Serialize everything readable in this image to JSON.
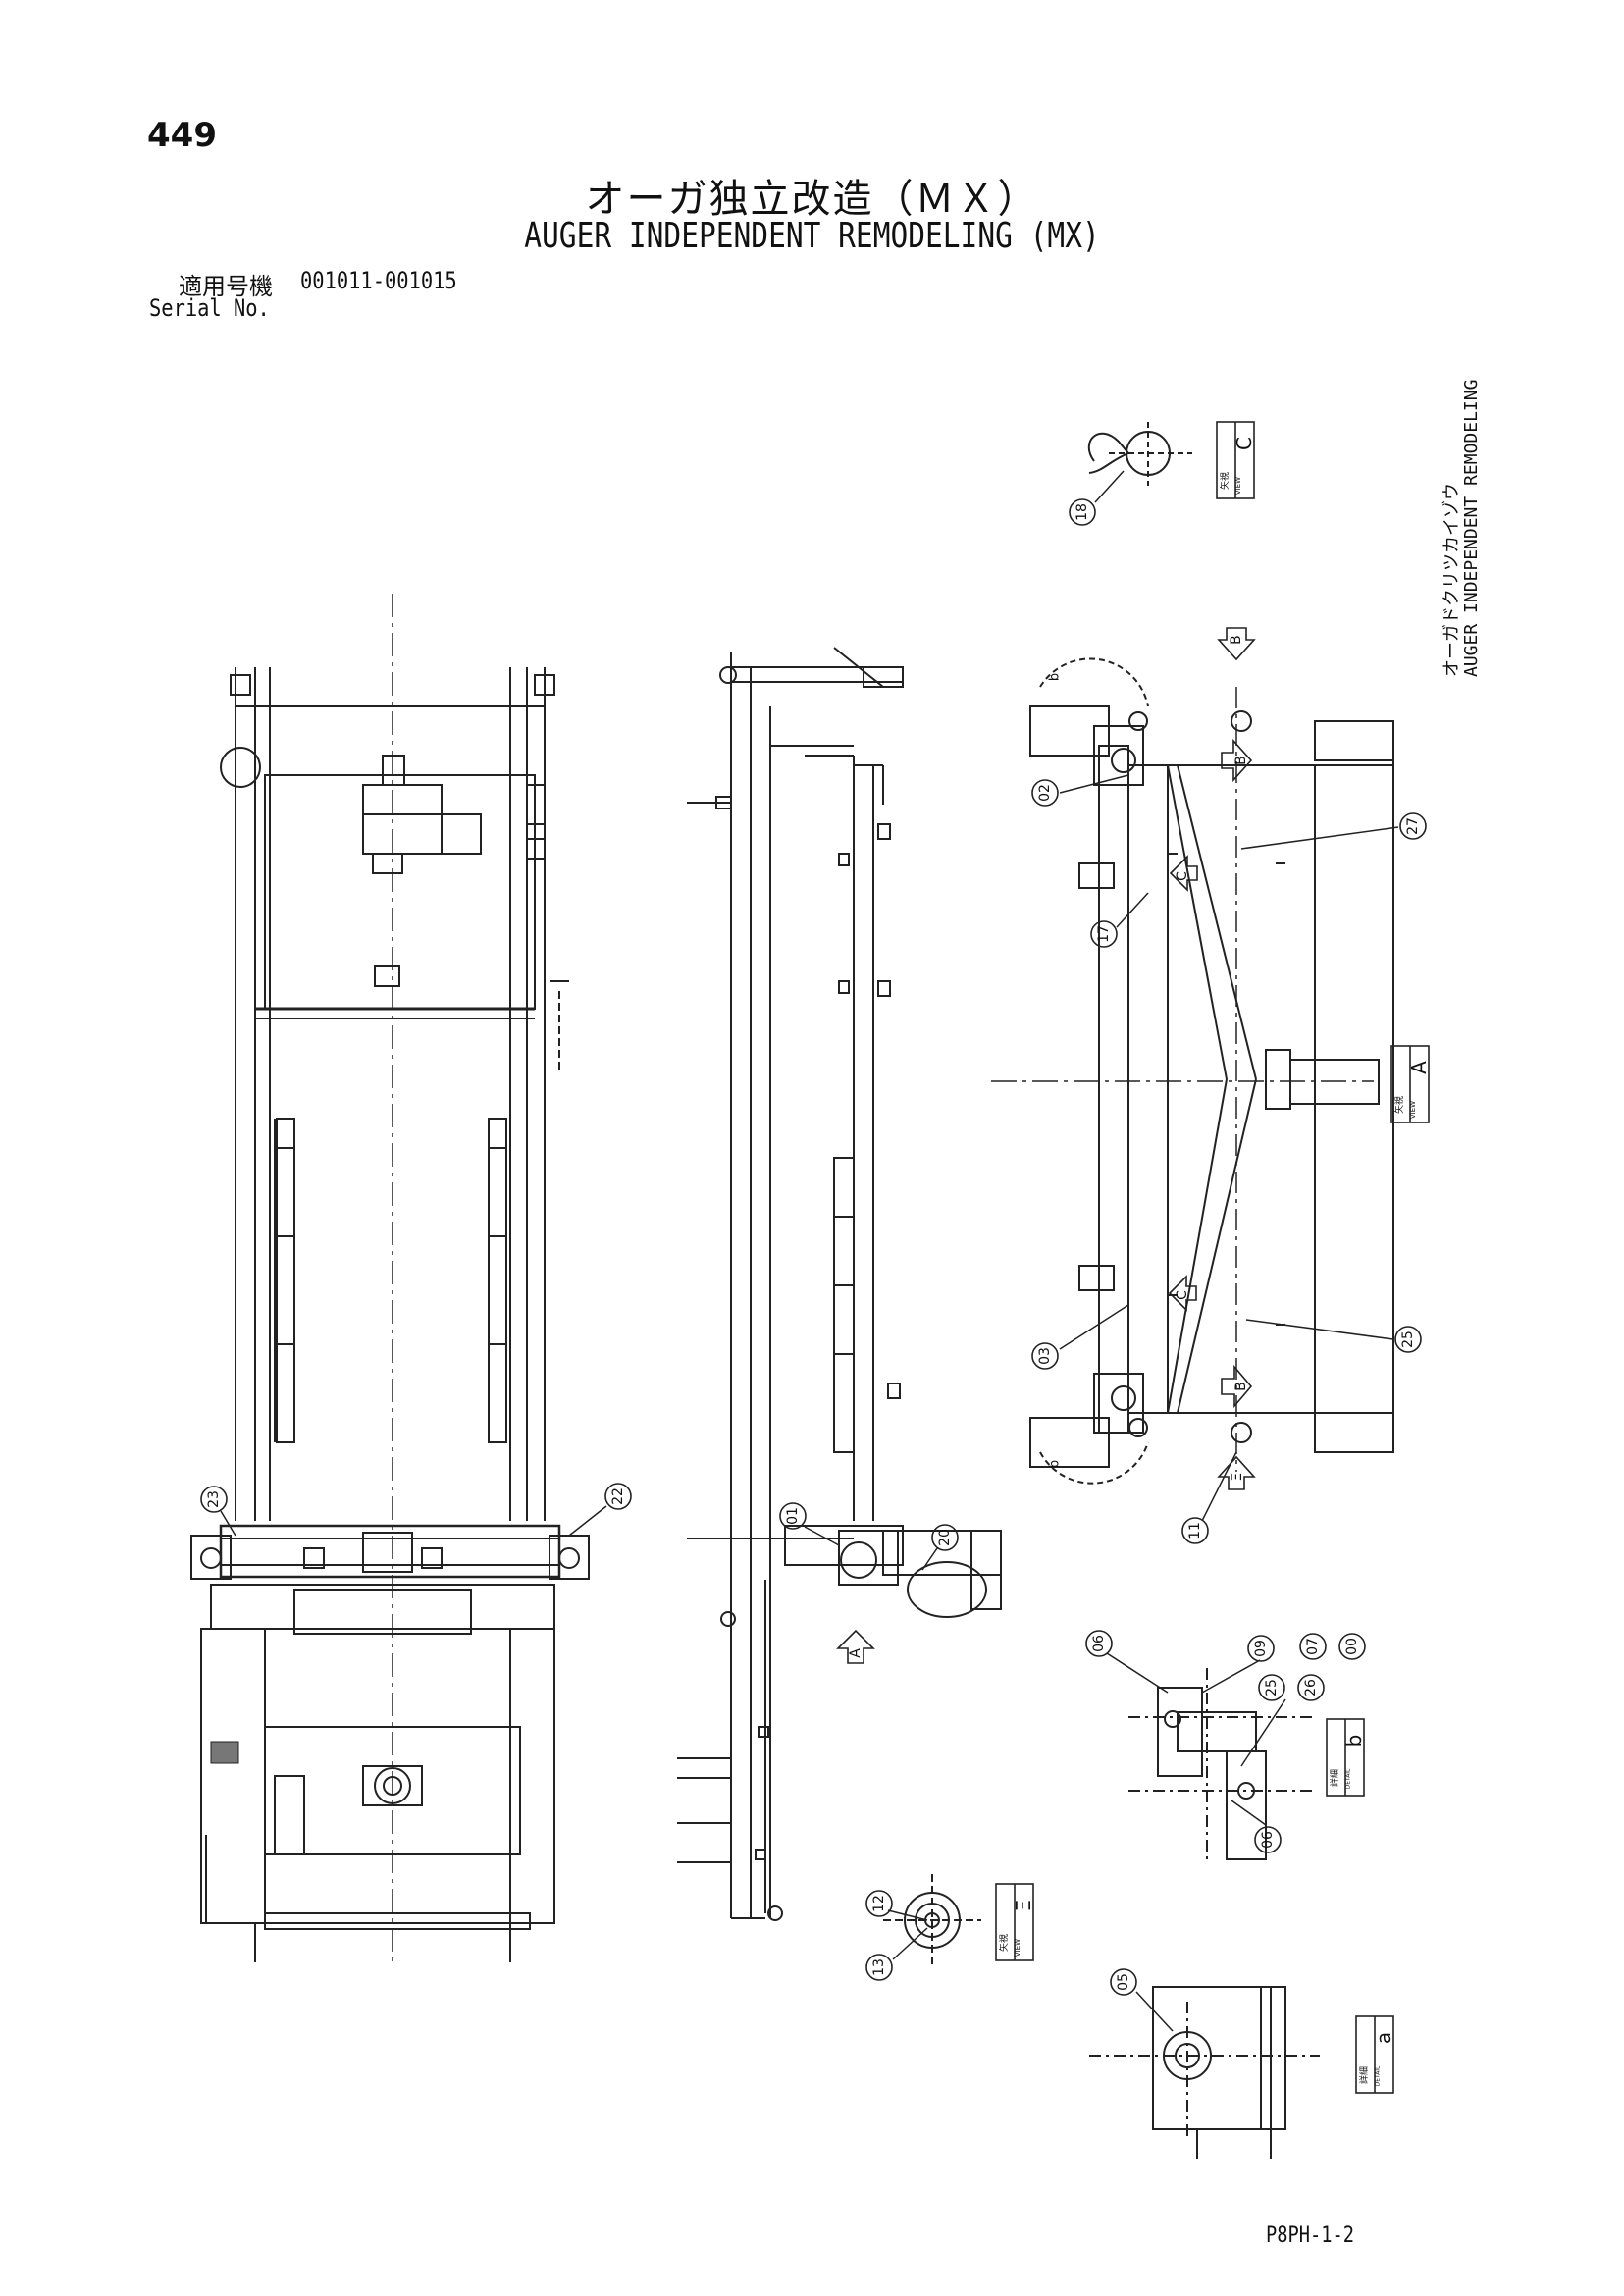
{
  "header": {
    "page_number": "449",
    "title_jp": "オーガ独立改造（ＭＸ）",
    "title_en": "AUGER INDEPENDENT REMODELING (MX)",
    "serial_label_jp": "適用号機",
    "serial_value": "001011-001015",
    "serial_label_en": "Serial No."
  },
  "side_label": {
    "line1": "オーガドクリツカイゾウ",
    "line2": "AUGER INDEPENDENT REMODELING"
  },
  "footer": {
    "page_code": "P8PH-1-2"
  },
  "callouts": {
    "c18": "18",
    "c02": "02",
    "c17": "17",
    "c27": "27",
    "c03": "03",
    "c25": "25",
    "c11": "11",
    "c23": "23",
    "c22": "22",
    "c01": "01",
    "c20": "20",
    "c06a": "06",
    "c09": "09",
    "c07": "07",
    "c00": "00",
    "c25b": "25",
    "c26": "26",
    "c06b": "06",
    "c12": "12",
    "c13": "13",
    "c05": "05"
  },
  "views": {
    "view_c": {
      "jp": "矢視",
      "en": "VIEW",
      "letter": "C"
    },
    "view_a": {
      "jp": "矢視",
      "en": "VIEW",
      "letter": "A"
    },
    "view_e": {
      "jp": "矢視",
      "en": "VIEW",
      "letter": "Ξ"
    },
    "detail_b": {
      "jp": "詳細",
      "en": "DETAIL",
      "letter": "b"
    },
    "detail_a": {
      "jp": "詳細",
      "en": "DETAIL",
      "letter": "a"
    }
  },
  "arrows": {
    "b_top": "B",
    "b_upper": "B",
    "c_upper": "C",
    "c_lower": "C",
    "b_lower": "B",
    "e_bottom": "Ξ",
    "a_main": "A"
  },
  "markers": {
    "b_upper_left": "b",
    "b_lower_left": "b"
  }
}
